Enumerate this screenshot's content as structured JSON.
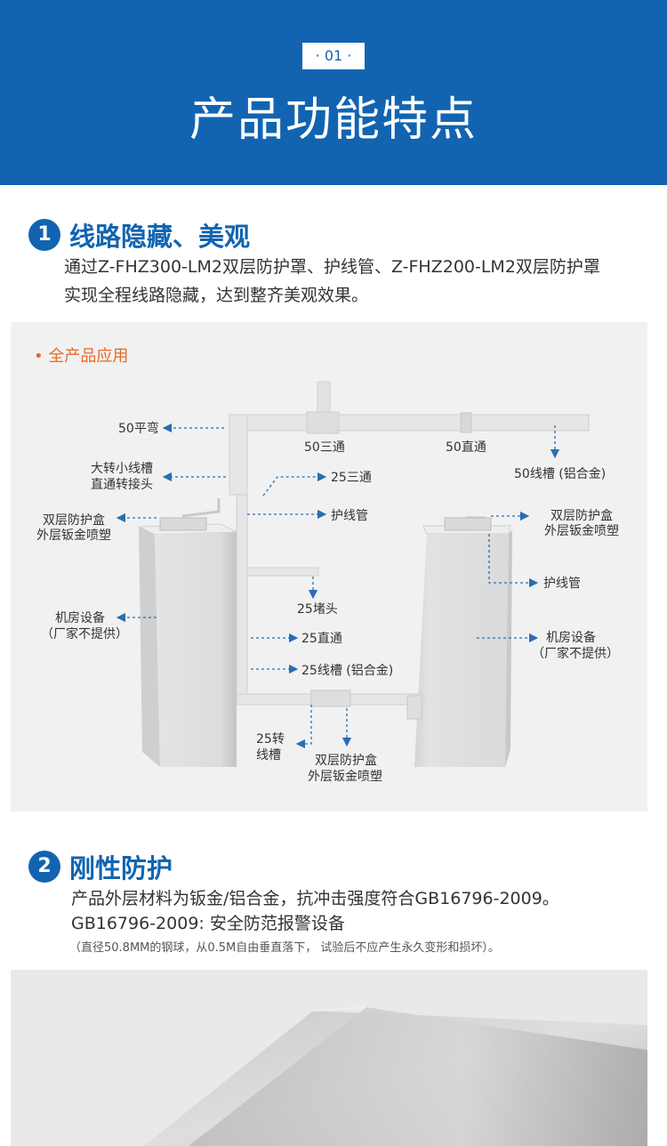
{
  "header": {
    "badge": "· 01 ·",
    "title": "产品功能特点"
  },
  "section1": {
    "number": "1",
    "title": "线路隐藏、美观",
    "line1": "通过Z-FHZ300-LM2双层防护罩、护线管、Z-FHZ200-LM2双层防护罩",
    "line2": "实现全程线路隐藏，达到整齐美观效果。"
  },
  "diagram": {
    "panel_label": "• 全产品应用",
    "labels": {
      "l50_elbow": "50平弯",
      "l50_tee": "50三通",
      "l50_straight": "50直通",
      "l50_trunk": "50线槽 (铝合金)",
      "l_reducer_1": "大转小线槽",
      "l_reducer_2": "直通转接头",
      "l25_tee": "25三通",
      "l_box_left_1": "双层防护盒",
      "l_box_left_2": "外层钣金喷塑",
      "l_conduit_1": "护线管",
      "l_box_right_1": "双层防护盒",
      "l_box_right_2": "外层钣金喷塑",
      "l_conduit_2": "护线管",
      "l25_cap": "25堵头",
      "l_equip_left_1": "机房设备",
      "l_equip_left_2": "（厂家不提供）",
      "l25_straight": "25直通",
      "l_equip_right_1": "机房设备",
      "l_equip_right_2": "（厂家不提供）",
      "l25_trunk": "25线槽 (铝合金)",
      "l25_turn_1": "25转",
      "l25_turn_2": "线槽",
      "l_box_bottom_1": "双层防护盒",
      "l_box_bottom_2": "外层钣金喷塑"
    }
  },
  "section2": {
    "number": "2",
    "title": "刚性防护",
    "line1": "产品外层材料为钣金/铝合金，抗冲击强度符合GB16796-2009。",
    "line2": "GB16796-2009: 安全防范报警设备",
    "note": "（直径50.8MM的钢球，从0.5M自由垂直落下，   试验后不应产生永久变形和损坏）。"
  },
  "colors": {
    "brand_blue": "#1264b1",
    "accent_orange": "#e8692a",
    "arrow_blue": "#2a6db4"
  }
}
